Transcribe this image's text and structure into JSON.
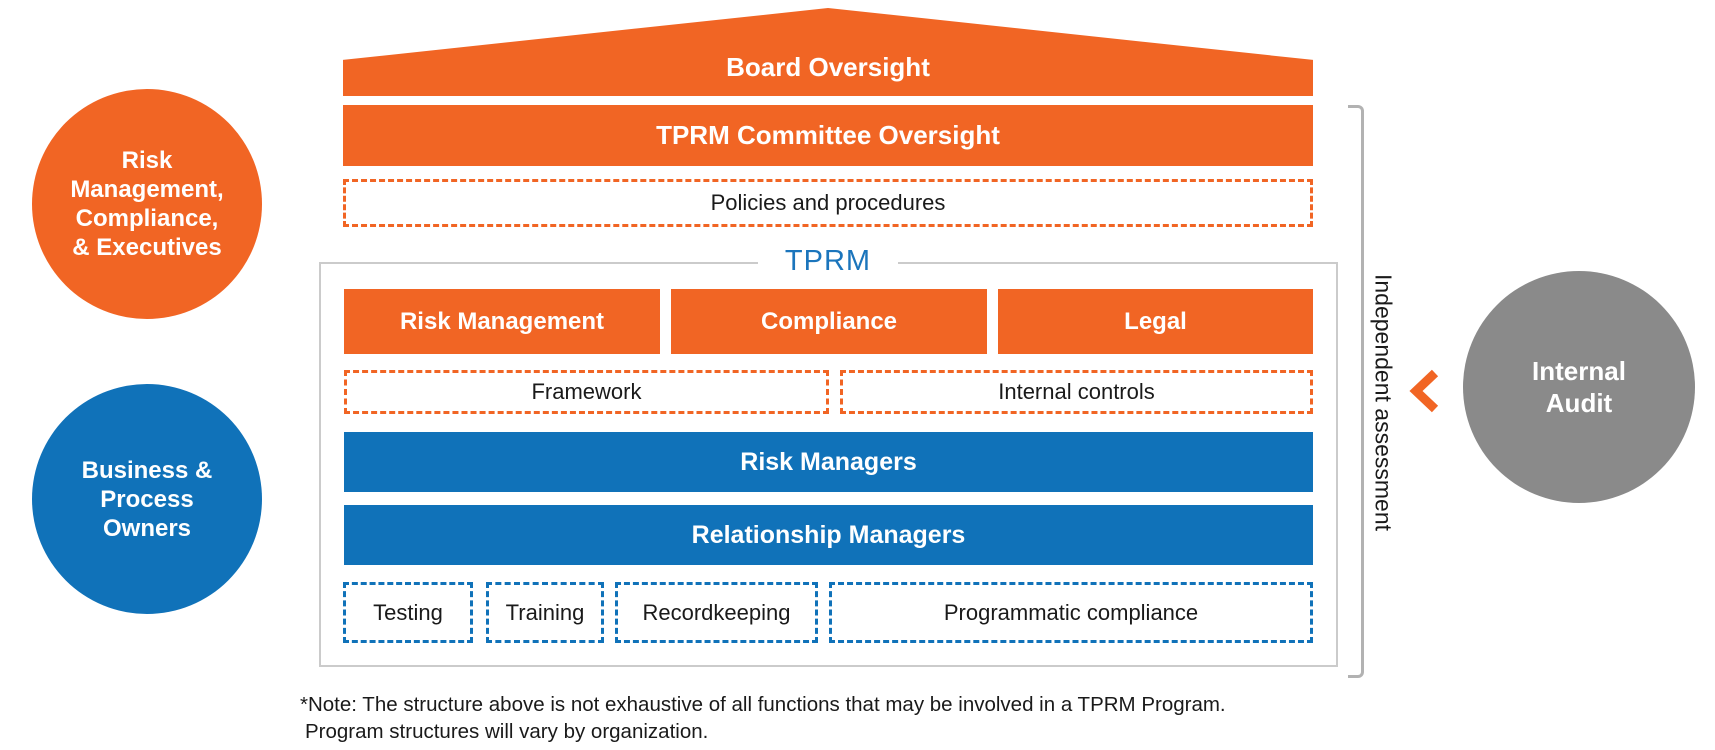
{
  "colors": {
    "orange": "#F16524",
    "blue": "#1072B9",
    "gray_circle": "#8A8A8A",
    "tprm_label_blue": "#1B75BC",
    "box_border": "#CBCBCB",
    "bracket_gray": "#B2B2B2"
  },
  "top": {
    "board_oversight": "Board Oversight",
    "committee_oversight": "TPRM Committee Oversight",
    "policies": "Policies and procedures"
  },
  "tprm": {
    "label": "TPRM",
    "functions": [
      "Risk Management",
      "Compliance",
      "Legal"
    ],
    "controls": [
      "Framework",
      "Internal controls"
    ],
    "managers": [
      "Risk Managers",
      "Relationship Managers"
    ],
    "activities": [
      "Testing",
      "Training",
      "Recordkeeping",
      "Programmatic compliance"
    ]
  },
  "left": {
    "executives": {
      "lines": [
        "Risk",
        "Management,",
        "Compliance,",
        "& Executives"
      ]
    },
    "business": {
      "lines": [
        "Business &",
        "Process",
        "Owners"
      ]
    }
  },
  "right": {
    "assessment_label": "Independent assessment",
    "chevron_icon": "left-chevron",
    "internal_audit": {
      "lines": [
        "Internal",
        "Audit"
      ]
    }
  },
  "note": {
    "line1": "*Note: The structure above is not exhaustive of all functions that may be involved in a TPRM Program.",
    "line2": "Program structures will vary by organization."
  }
}
